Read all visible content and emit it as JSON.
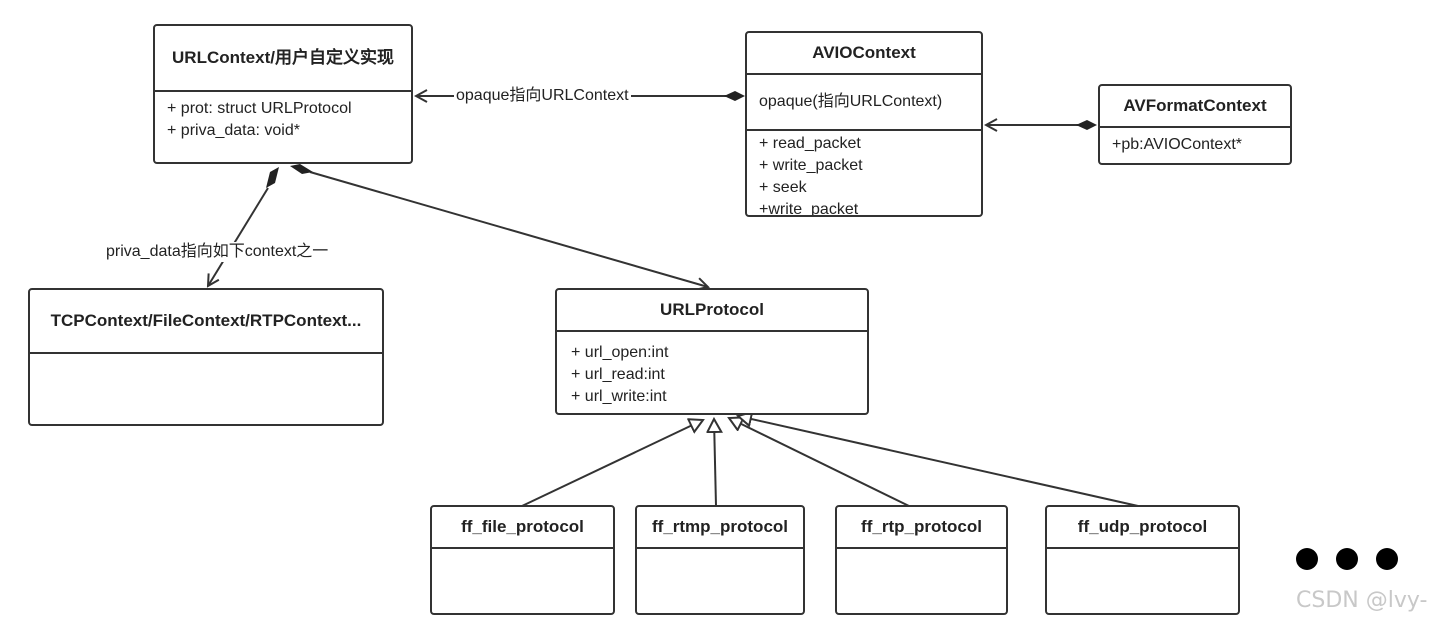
{
  "boxes": {
    "urlcontext": {
      "title": "URLContext/用户自定义实现",
      "fields": [
        "+ prot: struct URLProtocol",
        "+ priva_data: void*"
      ]
    },
    "aviocontext": {
      "title": "AVIOContext",
      "opaque": "opaque(指向URLContext)",
      "fields": [
        "+ read_packet",
        "+ write_packet",
        "+ seek",
        "+write_packet"
      ]
    },
    "avformatcontext": {
      "title": "AVFormatContext",
      "fields": [
        "+pb:AVIOContext*"
      ]
    },
    "tcpcontext": {
      "title": "TCPContext/FileContext/RTPContext...",
      "fields": []
    },
    "urlprotocol": {
      "title": "URLProtocol",
      "fields": [
        "+ url_open:int",
        "+ url_read:int",
        "+ url_write:int"
      ]
    },
    "ff_file": {
      "title": "ff_file_protocol"
    },
    "ff_rtmp": {
      "title": "ff_rtmp_protocol"
    },
    "ff_rtp": {
      "title": "ff_rtp_protocol"
    },
    "ff_udp": {
      "title": "ff_udp_protocol"
    }
  },
  "labels": {
    "opaque": "opaque指向URLContext",
    "priva_data": "priva_data指向如下context之一"
  },
  "watermark": "CSDN @lvy-",
  "colors": {
    "line": "#333333",
    "text": "#222222"
  }
}
